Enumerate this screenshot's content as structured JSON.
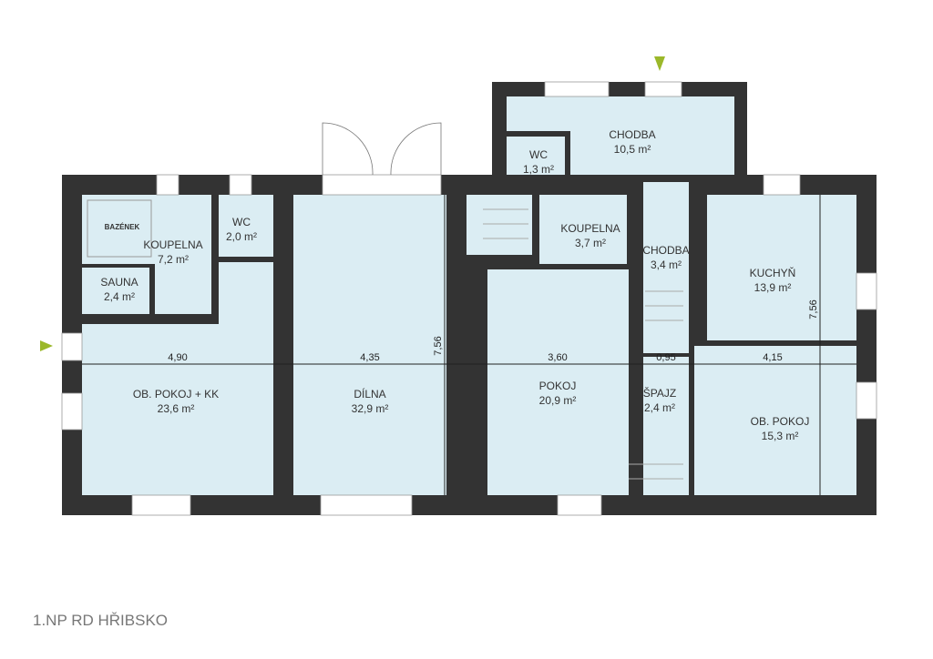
{
  "title": "1.NP RD HŘIBSKO",
  "area_unit": "m²",
  "rooms": {
    "bazenek": {
      "name": "BAZÉNEK"
    },
    "koupelna1": {
      "name": "KOUPELNA",
      "area": "7,2 m²"
    },
    "wc1": {
      "name": "WC",
      "area": "2,0 m²"
    },
    "sauna": {
      "name": "SAUNA",
      "area": "2,4 m²"
    },
    "obpokojkk": {
      "name": "OB. POKOJ + KK",
      "area": "23,6 m²"
    },
    "dilna": {
      "name": "DÍLNA",
      "area": "32,9 m²"
    },
    "chodba1": {
      "name": "CHODBA",
      "area": "10,5 m²"
    },
    "wc2": {
      "name": "WC",
      "area": "1,3 m²"
    },
    "koupelna2": {
      "name": "KOUPELNA",
      "area": "3,7 m²"
    },
    "chodba2": {
      "name": "CHODBA",
      "area": "3,4 m²"
    },
    "kuchyn": {
      "name": "KUCHYŇ",
      "area": "13,9 m²"
    },
    "pokoj": {
      "name": "POKOJ",
      "area": "20,9 m²"
    },
    "spajz": {
      "name": "ŠPAJZ",
      "area": "2,4 m²"
    },
    "obpokoj": {
      "name": "OB. POKOJ",
      "area": "15,3 m²"
    }
  },
  "dimensions": {
    "w1": "4,90",
    "w2": "4,35",
    "w3": "3,60",
    "w4": "0,95",
    "w5": "4,15",
    "h1": "7,56",
    "h2": "7,56"
  },
  "colors": {
    "wall": "#333333",
    "room": "#dbedf3",
    "entry_marker": "#9bb82a"
  }
}
